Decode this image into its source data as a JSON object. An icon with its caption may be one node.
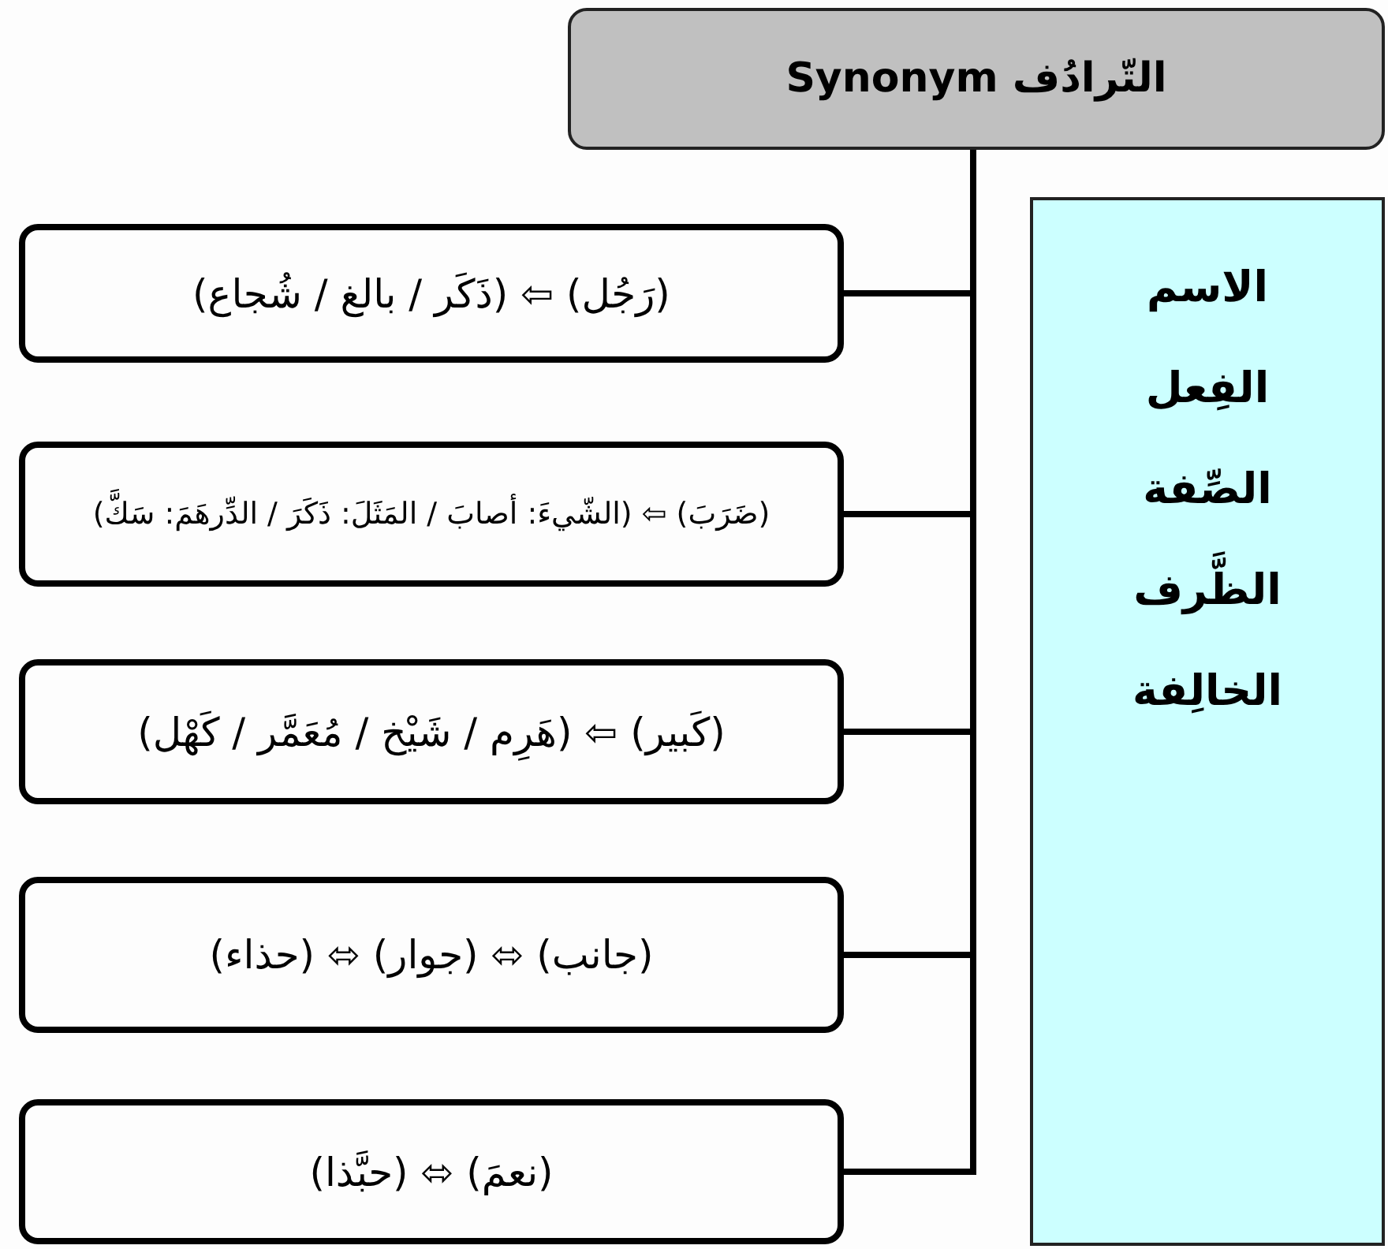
{
  "diagram": {
    "nodes": [
      {
        "text": [
          "التّرادُف Synonym"
        ]
      },
      {
        "text": [
          "(رَجُل) ⇦ (ذَكَر / بالغ / شُجاع)"
        ]
      },
      {
        "text": [
          "(ضَرَبَ) ⇦ (الشّيءَ: أصابَ / المَثَلَ: ذَكَرَ / الدِّرهَمَ: سَكَّ)"
        ]
      },
      {
        "text": [
          "(كَبير) ⇦ (هَرِم / شَيْخ / مُعَمَّر / كَهْل)"
        ]
      },
      {
        "text": [
          "(جانب) ⬄ (جوار) ⬄ (حذاء)"
        ]
      },
      {
        "text": [
          "(نعمَ) ⬄ (حبَّذا)"
        ]
      },
      {
        "text": [
          "الاسم",
          "الفِعل",
          "الصِّفة",
          "الظَّرف",
          "الخالِفة"
        ]
      }
    ],
    "edges": [
      {
        "from": 0,
        "to": 1,
        "arrow": "none"
      },
      {
        "from": 0,
        "to": 2,
        "arrow": "none"
      },
      {
        "from": 0,
        "to": 3,
        "arrow": "none"
      },
      {
        "from": 0,
        "to": 4,
        "arrow": "none"
      },
      {
        "from": 0,
        "to": 5,
        "arrow": "none"
      }
    ]
  }
}
